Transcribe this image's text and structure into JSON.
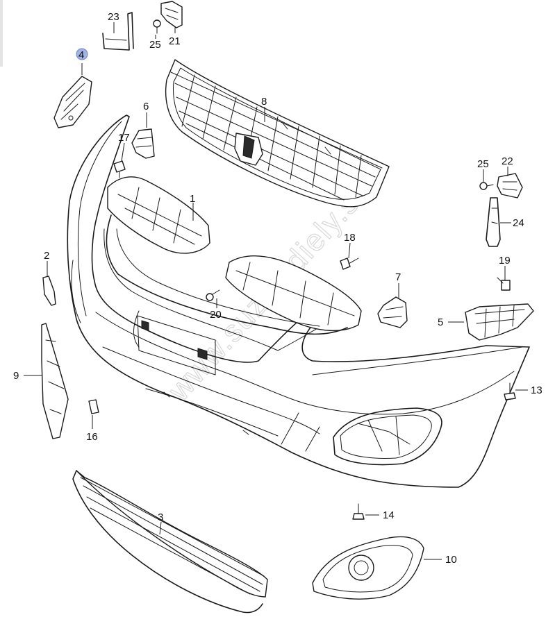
{
  "diagram": {
    "watermark": "www.suzukidiely.sk",
    "highlighted_part": "4",
    "callouts": [
      {
        "id": "p1",
        "label": "1",
        "name": "bumper-reinforcement"
      },
      {
        "id": "p2",
        "label": "2",
        "name": "tow-hook-cover"
      },
      {
        "id": "p3",
        "label": "3",
        "name": "lower-grille"
      },
      {
        "id": "p4",
        "label": "4",
        "name": "left-bumper-bracket"
      },
      {
        "id": "p5",
        "label": "5",
        "name": "right-bumper-bracket"
      },
      {
        "id": "p6",
        "label": "6",
        "name": "upper-bracket"
      },
      {
        "id": "p7",
        "label": "7",
        "name": "side-bracket"
      },
      {
        "id": "p8",
        "label": "8",
        "name": "radiator-grille"
      },
      {
        "id": "p9",
        "label": "9",
        "name": "side-spacer"
      },
      {
        "id": "p10",
        "label": "10",
        "name": "fog-lamp-cover"
      },
      {
        "id": "p13",
        "label": "13",
        "name": "clip"
      },
      {
        "id": "p14",
        "label": "14",
        "name": "screw"
      },
      {
        "id": "p16",
        "label": "16",
        "name": "nut-clip"
      },
      {
        "id": "p17",
        "label": "17",
        "name": "push-clip"
      },
      {
        "id": "p18",
        "label": "18",
        "name": "bolt"
      },
      {
        "id": "p19",
        "label": "19",
        "name": "bolt"
      },
      {
        "id": "p20",
        "label": "20",
        "name": "screw"
      },
      {
        "id": "p21",
        "label": "21",
        "name": "bracket"
      },
      {
        "id": "p22",
        "label": "22",
        "name": "bracket"
      },
      {
        "id": "p23",
        "label": "23",
        "name": "hood-lock-stay"
      },
      {
        "id": "p24",
        "label": "24",
        "name": "hood-lock-stay"
      },
      {
        "id": "p25a",
        "label": "25",
        "name": "bolt"
      },
      {
        "id": "p25b",
        "label": "25",
        "name": "bolt"
      }
    ]
  }
}
